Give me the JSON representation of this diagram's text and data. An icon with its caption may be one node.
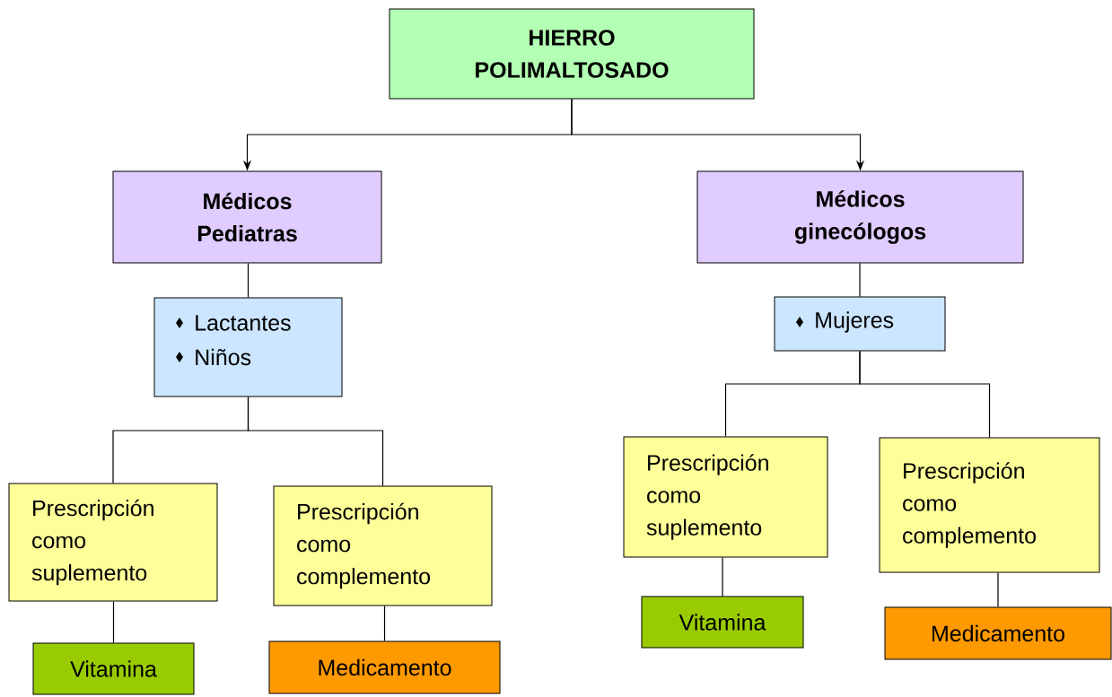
{
  "diagram": {
    "nodes": [
      {
        "text": [
          "HIERRO POLIMALTOSADO"
        ]
      },
      {
        "text": [
          "Médicos Pediatras"
        ]
      },
      {
        "text": [
          "Médicos ginecólogos"
        ]
      },
      {
        "text": [
          "Lactantes",
          "Niños"
        ]
      },
      {
        "text": [
          "Mujeres"
        ]
      },
      {
        "text": [
          "Prescripción como suplemento"
        ]
      },
      {
        "text": [
          "Prescripción como complemento"
        ]
      },
      {
        "text": [
          "Prescripción como suplemento"
        ]
      },
      {
        "text": [
          "Prescripción como complemento"
        ]
      },
      {
        "text": [
          "Vitamina"
        ]
      },
      {
        "text": [
          "Medicamento"
        ]
      },
      {
        "text": [
          "Vitamina"
        ]
      },
      {
        "text": [
          "Medicamento"
        ]
      }
    ],
    "edges": [
      {
        "from": 0,
        "to": 1,
        "arrow": "to"
      },
      {
        "from": 0,
        "to": 2,
        "arrow": "to"
      },
      {
        "from": 1,
        "to": 3,
        "arrow": "none"
      },
      {
        "from": 2,
        "to": 4,
        "arrow": "none"
      },
      {
        "from": 3,
        "to": 5,
        "arrow": "none"
      },
      {
        "from": 3,
        "to": 6,
        "arrow": "none"
      },
      {
        "from": 4,
        "to": 7,
        "arrow": "none"
      },
      {
        "from": 4,
        "to": 8,
        "arrow": "none"
      },
      {
        "from": 5,
        "to": 9,
        "arrow": "none"
      },
      {
        "from": 6,
        "to": 10,
        "arrow": "none"
      },
      {
        "from": 7,
        "to": 11,
        "arrow": "none"
      },
      {
        "from": 8,
        "to": 12,
        "arrow": "none"
      }
    ]
  }
}
